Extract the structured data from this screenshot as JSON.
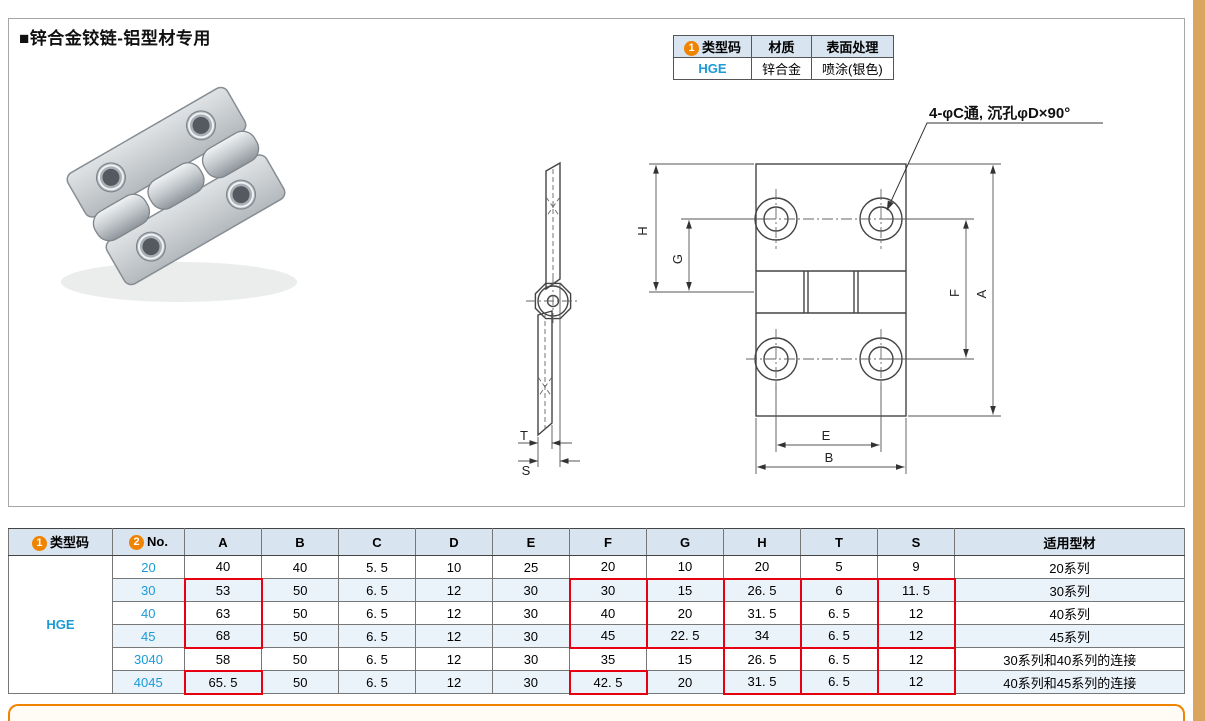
{
  "page": {
    "title": "■锌合金铰链-铝型材专用"
  },
  "info_table": {
    "badge": "1",
    "headers": [
      "类型码",
      "材质",
      "表面处理"
    ],
    "row": {
      "type_code": "HGE",
      "material": "锌合金",
      "finish": "喷涂(银色)"
    }
  },
  "drawing": {
    "annotation": "4-φC通, 沉孔φD×90°",
    "labels": {
      "A": "A",
      "B": "B",
      "E": "E",
      "F": "F",
      "G": "G",
      "H": "H",
      "T": "T",
      "S": "S"
    }
  },
  "spec_table": {
    "badge1": "1",
    "badge2": "2",
    "col_type_code": "类型码",
    "col_no": "No.",
    "dim_cols": [
      "A",
      "B",
      "C",
      "D",
      "E",
      "F",
      "G",
      "H",
      "T",
      "S"
    ],
    "col_profile": "适用型材",
    "type_code": "HGE",
    "rows": [
      {
        "no": "20",
        "dims": [
          "40",
          "40",
          "5. 5",
          "10",
          "25",
          "20",
          "10",
          "20",
          "5",
          "9"
        ],
        "profile": "20系列"
      },
      {
        "no": "30",
        "dims": [
          "53",
          "50",
          "6. 5",
          "12",
          "30",
          "30",
          "15",
          "26. 5",
          "6",
          "11. 5"
        ],
        "profile": "30系列"
      },
      {
        "no": "40",
        "dims": [
          "63",
          "50",
          "6. 5",
          "12",
          "30",
          "40",
          "20",
          "31. 5",
          "6. 5",
          "12"
        ],
        "profile": "40系列"
      },
      {
        "no": "45",
        "dims": [
          "68",
          "50",
          "6. 5",
          "12",
          "30",
          "45",
          "22. 5",
          "34",
          "6. 5",
          "12"
        ],
        "profile": "45系列"
      },
      {
        "no": "3040",
        "dims": [
          "58",
          "50",
          "6. 5",
          "12",
          "30",
          "35",
          "15",
          "26. 5",
          "6. 5",
          "12"
        ],
        "profile": "30系列和40系列的连接"
      },
      {
        "no": "4045",
        "dims": [
          "65. 5",
          "50",
          "6. 5",
          "12",
          "30",
          "42. 5",
          "20",
          "31. 5",
          "6. 5",
          "12"
        ],
        "profile": "40系列和45系列的连接"
      }
    ],
    "highlight_boxes": [
      {
        "col": "A",
        "from_row": 1,
        "to_row": 3
      },
      {
        "col": "A",
        "from_row": 5,
        "to_row": 5
      },
      {
        "col": "F",
        "from_row": 1,
        "to_row": 3
      },
      {
        "col": "F",
        "from_row": 5,
        "to_row": 5
      },
      {
        "col": "G",
        "from_row": 1,
        "to_row": 3
      },
      {
        "col": "H",
        "from_row": 1,
        "to_row": 3
      },
      {
        "col": "H",
        "from_row": 4,
        "to_row": 5
      },
      {
        "col": "T",
        "from_row": 1,
        "to_row": 3
      },
      {
        "col": "T",
        "from_row": 4,
        "to_row": 5
      },
      {
        "col": "S",
        "from_row": 1,
        "to_row": 3
      },
      {
        "col": "S",
        "from_row": 4,
        "to_row": 5
      }
    ]
  },
  "colors": {
    "accent_orange": "#F08300",
    "link_blue": "#1A9BD7",
    "table_header_bg": "#D8E4F0",
    "row_alt_bg": "#EAF2FA",
    "highlight_red": "#E60012",
    "side_tab_tan": "#D9A55F"
  }
}
